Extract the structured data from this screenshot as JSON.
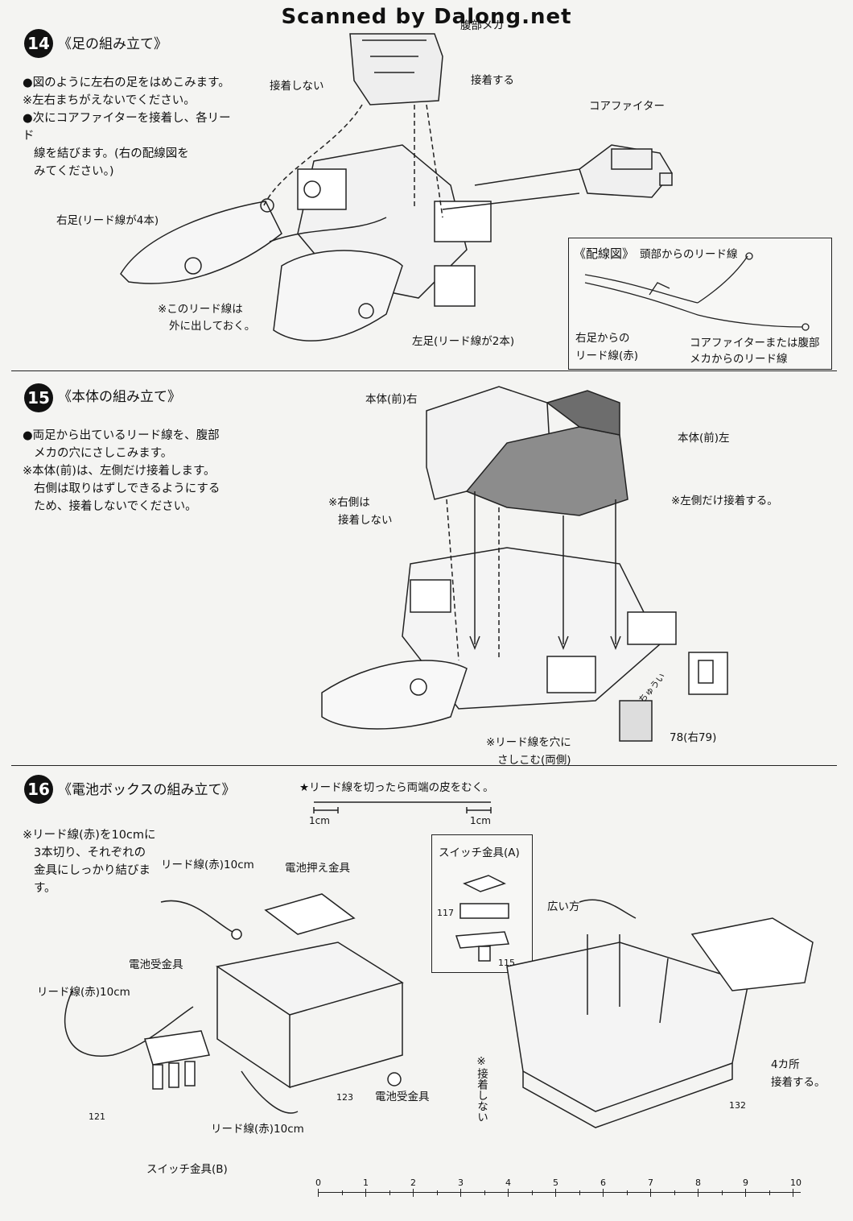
{
  "watermark": "Scanned by Dalong.net",
  "step14": {
    "number": "14",
    "title": "《足の組み立て》",
    "instructions": [
      "●図のように左右の足をはめこみます。",
      "※左右まちがえないでください。",
      "●次にコアファイターを接着し、各リード",
      "線を結びます。(右の配線図を",
      "みてください。)"
    ],
    "labels": {
      "abdomen_mecha": "腹部メカ",
      "no_glue": "接着しない",
      "glue": "接着する",
      "core_fighter": "コアファイター",
      "right_leg": "右足(リード線が4本)",
      "lead_out_1": "※このリード線は",
      "lead_out_2": "外に出しておく。",
      "left_leg": "左足(リード線が2本)"
    },
    "wiring": {
      "title": "《配線図》",
      "head_leads": "頭部からのリード線",
      "right_leg_leads_1": "右足からの",
      "right_leg_leads_2": "リード線(赤)",
      "core_leads_1": "コアファイターまたは腹部",
      "core_leads_2": "メカからのリード線"
    }
  },
  "step15": {
    "number": "15",
    "title": "《本体の組み立て》",
    "instructions": [
      "●両足から出ているリード線を、腹部",
      "メカの穴にさしこみます。",
      "※本体(前)は、左側だけ接着します。",
      "右側は取りはずしできるようにする",
      "ため、接着しないでください。"
    ],
    "labels": {
      "body_front_right": "本体(前)右",
      "body_front_left": "本体(前)左",
      "left_only_glue": "※左側だけ接着する。",
      "right_side": "※右側は",
      "right_no_glue": "接着しない",
      "insert_leads_1": "※リード線を穴に",
      "insert_leads_2": "さしこむ(両側)",
      "parts": "78(右79)",
      "caution": "ちゅうい"
    }
  },
  "step16": {
    "number": "16",
    "title": "《電池ボックスの組み立て》",
    "strip_note": "★リード線を切ったら両端の皮をむく。",
    "strip_dims": [
      "1cm",
      "1cm"
    ],
    "instructions": [
      "※リード線(赤)を10cmに",
      "3本切り、それぞれの",
      "金具にしっかり結びま",
      "す。"
    ],
    "labels": {
      "lead_red_10": "リード線(赤)10cm",
      "lead_red_10b": "リード線(赤)10cm",
      "lead_red_10c": "リード線(赤)10cm",
      "battery_holder_plate": "電池押え金具",
      "battery_contact": "電池受金具",
      "battery_contact_b": "電池受金具",
      "switch_b": "スイッチ金具(B)",
      "switch_a": "スイッチ金具(A)",
      "wide_side": "広い方",
      "no_glue_v": "※接着しない",
      "four_places": "4カ所",
      "glue_here": "接着する。",
      "part_117": "117",
      "part_115": "115",
      "part_121": "121",
      "part_123": "123",
      "part_132": "132"
    }
  },
  "ruler": {
    "ticks": [
      "0",
      "1",
      "2",
      "3",
      "4",
      "5",
      "6",
      "7",
      "8",
      "9",
      "10"
    ]
  }
}
